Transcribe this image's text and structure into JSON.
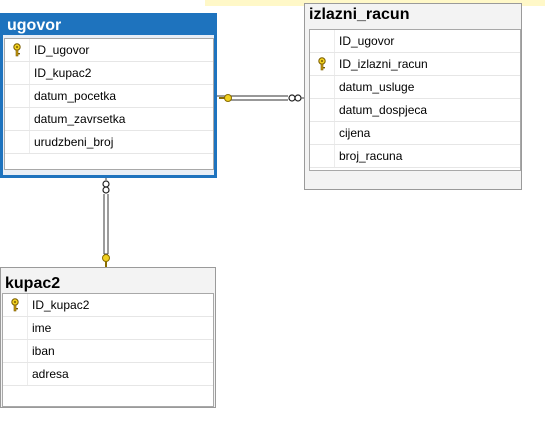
{
  "tables": {
    "ugovor": {
      "name": "ugovor",
      "columns": [
        {
          "name": "ID_ugovor",
          "pk": true
        },
        {
          "name": "ID_kupac2",
          "pk": false
        },
        {
          "name": "datum_pocetka",
          "pk": false
        },
        {
          "name": "datum_zavrsetka",
          "pk": false
        },
        {
          "name": "urudzbeni_broj",
          "pk": false
        }
      ]
    },
    "izlazni_racun": {
      "name": "izlazni_racun",
      "columns": [
        {
          "name": "ID_ugovor",
          "pk": false
        },
        {
          "name": "ID_izlazni_racun",
          "pk": true
        },
        {
          "name": "datum_usluge",
          "pk": false
        },
        {
          "name": "datum_dospjeca",
          "pk": false
        },
        {
          "name": "cijena",
          "pk": false
        },
        {
          "name": "broj_racuna",
          "pk": false
        }
      ]
    },
    "kupac2": {
      "name": "kupac2",
      "columns": [
        {
          "name": "ID_kupac2",
          "pk": true
        },
        {
          "name": "ime",
          "pk": false
        },
        {
          "name": "iban",
          "pk": false
        },
        {
          "name": "adresa",
          "pk": false
        }
      ]
    }
  },
  "colors": {
    "selected_border": "#1e73be",
    "key_fill": "#d4a017",
    "relationship_line": "#5a5a5a"
  },
  "icons": {
    "primary_key": "key-icon",
    "many_end": "infinity-icon"
  }
}
